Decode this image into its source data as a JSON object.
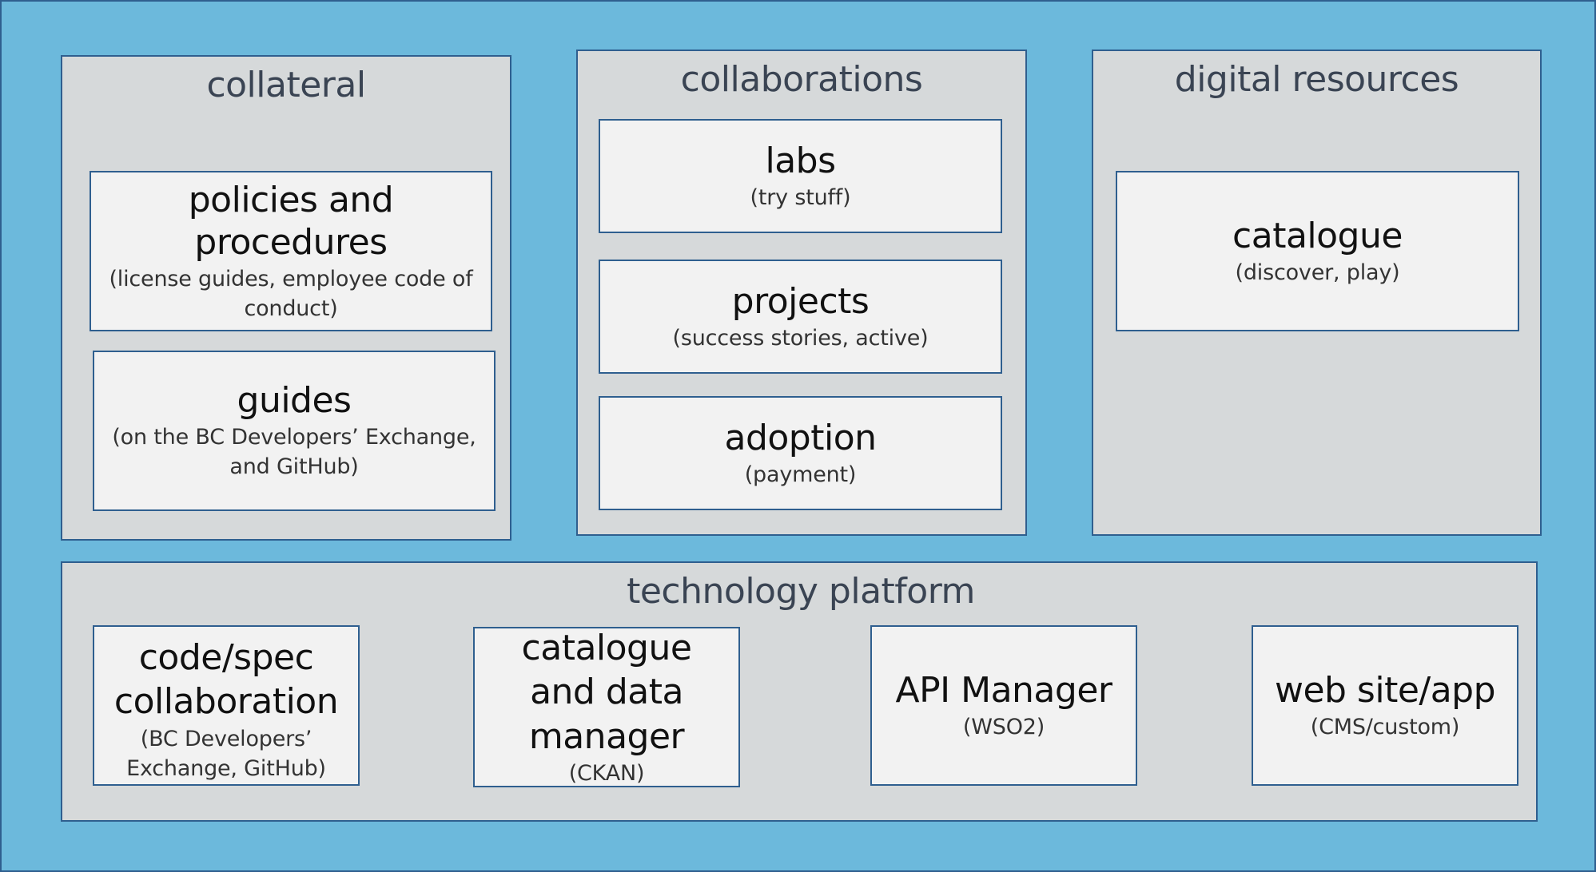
{
  "groups": {
    "collateral": {
      "title": "collateral",
      "boxes": [
        {
          "title": "policies and procedures",
          "subtitle": "(license guides, employee code of conduct)"
        },
        {
          "title": "guides",
          "subtitle": "(on the BC Developers’ Exchange, and GitHub)"
        }
      ]
    },
    "collaborations": {
      "title": "collaborations",
      "boxes": [
        {
          "title": "labs",
          "subtitle": "(try stuff)"
        },
        {
          "title": "projects",
          "subtitle": "(success stories, active)"
        },
        {
          "title": "adoption",
          "subtitle": "(payment)"
        }
      ]
    },
    "digital_resources": {
      "title": "digital resources",
      "boxes": [
        {
          "title": "catalogue",
          "subtitle": "(discover, play)"
        }
      ]
    },
    "technology_platform": {
      "title": "technology platform",
      "boxes": [
        {
          "title": "code/spec collaboration",
          "subtitle": "(BC Developers’ Exchange, GitHub)"
        },
        {
          "title": "catalogue and data manager",
          "subtitle": "(CKAN)"
        },
        {
          "title": "API Manager",
          "subtitle": "(WSO2)"
        },
        {
          "title": "web site/app",
          "subtitle": "(CMS/custom)"
        }
      ]
    }
  },
  "colors": {
    "background": "#6cb9dc",
    "group_fill": "#d6d9da",
    "box_fill": "#f2f2f2",
    "border": "#2f5f8f"
  }
}
